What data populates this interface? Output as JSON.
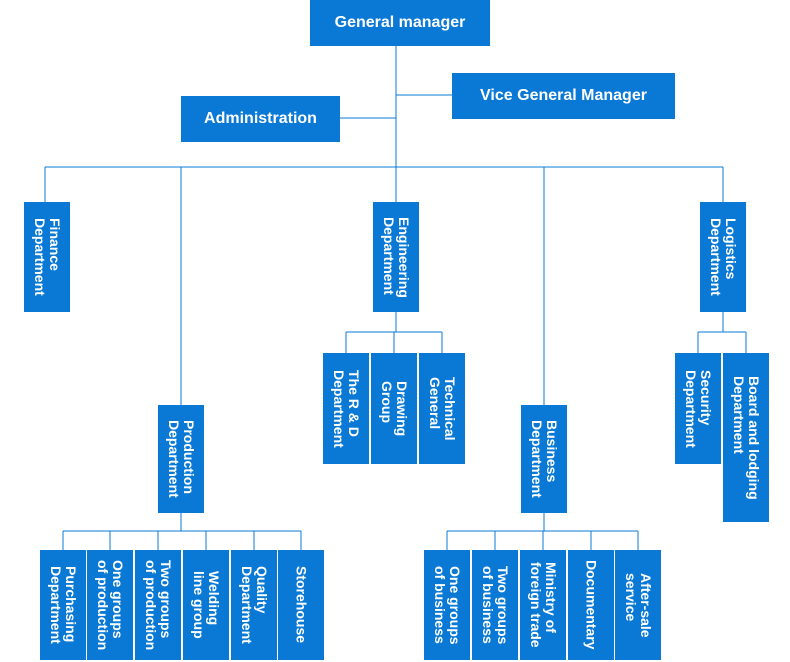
{
  "org_chart": {
    "colors": {
      "box_fill": "#0a79d6",
      "box_text": "#ffffff",
      "connector": "#0a79d6",
      "background": "#ffffff"
    },
    "general_manager": "General manager",
    "vice_general_manager": "Vice General Manager",
    "administration": "Administration",
    "departments": {
      "finance": "Finance\nDepartment",
      "production": "Production\nDepartment",
      "engineering": "Engineering\nDepartment",
      "business": "Business\nDepartment",
      "logistics": "Logistics\nDepartment"
    },
    "production_units": [
      "Purchasing\nDepartment",
      "One groups\nof production",
      "Two groups\nof production",
      "Welding\nline group",
      "Quality\nDepartment",
      "Storehouse"
    ],
    "engineering_units": [
      "The R & D\nDepartment",
      "Drawing\nGroup",
      "Technical\nGeneral"
    ],
    "business_units": [
      "One groups\nof business",
      "Two groups\nof business",
      "Ministry of\nforeign trade",
      "Documentary",
      "After-sale\nservice"
    ],
    "logistics_units": [
      "Security\nDepartment",
      "Board and lodging\nDepartment"
    ]
  }
}
